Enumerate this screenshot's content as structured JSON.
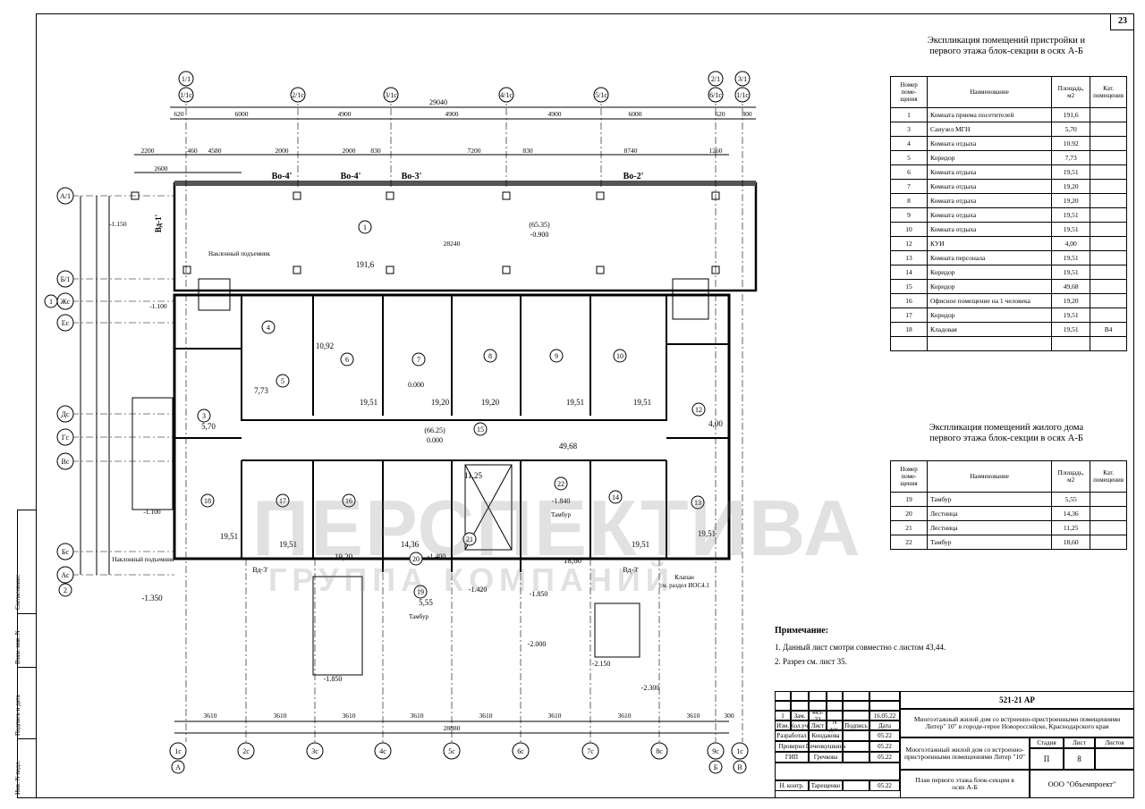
{
  "sheet_number": "23",
  "axes_top": {
    "row1": [
      "1/1",
      "2/1",
      "3/1"
    ],
    "row2": [
      "1/1c",
      "2/1c",
      "3/1c",
      "4/1c",
      "5/1c",
      "6/1c",
      "1/1c"
    ],
    "dims_total": "29040",
    "dims": [
      "620",
      "6000",
      "4900",
      "4900",
      "4900",
      "6000",
      "620",
      "300"
    ],
    "dims2": [
      "2200",
      "460",
      "4580",
      "2000",
      "2000",
      "830",
      "7200",
      "830",
      "8740",
      "1260"
    ],
    "vo": [
      "Во-4'",
      "Во-4'",
      "Во-3'",
      "Во-2'"
    ]
  },
  "axes_bottom": {
    "labels": [
      "1с",
      "2с",
      "3с",
      "4с",
      "5с",
      "6с",
      "7с",
      "8с",
      "9с",
      "1с"
    ],
    "letters": [
      "А",
      "Б",
      "В"
    ],
    "dims": [
      "3610",
      "3610",
      "3610",
      "3610",
      "3610",
      "3610",
      "3610",
      "3610",
      "300"
    ],
    "total": "28880"
  },
  "axes_left": [
    "А/1",
    "Б/1",
    "Жс",
    "Ес",
    "Дс",
    "Гс",
    "Вс",
    "Бс",
    "Ас"
  ],
  "left_nums": [
    "1",
    "2"
  ],
  "rooms": [
    {
      "no": "1",
      "area": "191,6"
    },
    {
      "no": "3",
      "area": "5,70"
    },
    {
      "no": "4",
      "area": "10,92"
    },
    {
      "no": "5",
      "area": "7,73"
    },
    {
      "no": "6",
      "area": "19,51"
    },
    {
      "no": "7",
      "area": "19,20"
    },
    {
      "no": "8",
      "area": "19,20"
    },
    {
      "no": "9",
      "area": "19,51"
    },
    {
      "no": "10",
      "area": "19,51"
    },
    {
      "no": "12",
      "area": "4,00"
    },
    {
      "no": "13",
      "area": "19,51"
    },
    {
      "no": "14",
      "area": "19,51"
    },
    {
      "no": "15",
      "area": "49,68"
    },
    {
      "no": "16",
      "area": "19,20"
    },
    {
      "no": "17",
      "area": "19,51"
    },
    {
      "no": "18",
      "area": "19,51"
    },
    {
      "no": "19",
      "area": "5,55"
    },
    {
      "no": "20",
      "area": "14,36"
    },
    {
      "no": "21",
      "area": "11,25"
    },
    {
      "no": "22",
      "area": "18,60"
    }
  ],
  "plan_labels": {
    "ramp1": "Наклонный подъемник",
    "ramp2": "Наклонный подъемник",
    "tambur1": "Тамбур",
    "tambur2": "Тамбур",
    "klapan": "Клапан\nсм. раздел ИОС4.1",
    "lvl1": "-1.150",
    "lvl2": "-1.100",
    "lvl3": "-1.100",
    "lvl4": "-1.350",
    "lvl5": "-0.900",
    "lvl6": "(65.35)",
    "lvl7": "0.000",
    "lvl8": "(66.25)",
    "lvl9": "0.000",
    "lvl10": "-1.840",
    "lvl11": "-1.400",
    "lvl12": "-1.420",
    "lvl13": "-1.850",
    "lvl14": "-2.000",
    "lvl15": "-2.150",
    "lvl16": "-2.300",
    "lvl17": "-1.850",
    "dim28240": "28240",
    "vd1": "Вд-1'",
    "vd3a": "Вд-3'",
    "vd3b": "Вд-3'"
  },
  "table1": {
    "title1": "Экспликация помещений пристройки и",
    "title2": "первого этажа блок-секции в осях А-Б",
    "headers": [
      "Номер поме-щения",
      "Наименование",
      "Площадь, м2",
      "Кат. помещения"
    ],
    "rows": [
      [
        "1",
        "Комната приема посетителей",
        "191,6",
        ""
      ],
      [
        "3",
        "Санузел МГН",
        "5,70",
        ""
      ],
      [
        "4",
        "Комната отдыха",
        "10.92",
        ""
      ],
      [
        "5",
        "Коридор",
        "7,73",
        ""
      ],
      [
        "6",
        "Комната отдыха",
        "19,51",
        ""
      ],
      [
        "7",
        "Комната отдыха",
        "19,20",
        ""
      ],
      [
        "8",
        "Комната отдыха",
        "19,20",
        ""
      ],
      [
        "9",
        "Комната отдыха",
        "19,51",
        ""
      ],
      [
        "10",
        "Комната отдыха",
        "19,51",
        ""
      ],
      [
        "12",
        "КУИ",
        "4,00",
        ""
      ],
      [
        "13",
        "Комната персонала",
        "19,51",
        ""
      ],
      [
        "14",
        "Коридор",
        "19,51",
        ""
      ],
      [
        "15",
        "Коридор",
        "49,68",
        ""
      ],
      [
        "16",
        "Офисное помещение на 1 человека",
        "19,20",
        ""
      ],
      [
        "17",
        "Коридор",
        "19,51",
        ""
      ],
      [
        "18",
        "Кладовая",
        "19,51",
        "В4"
      ]
    ]
  },
  "table2": {
    "title1": "Экспликация помещений жилого дома",
    "title2": "первого этажа блок-секции в осях А-Б",
    "headers": [
      "Номер поме-щения",
      "Наименование",
      "Площадь, м2",
      "Кат. помещения"
    ],
    "rows": [
      [
        "19",
        "Тамбур",
        "5,55",
        ""
      ],
      [
        "20",
        "Лестница",
        "14,36",
        ""
      ],
      [
        "21",
        "Лестница",
        "11,25",
        ""
      ],
      [
        "22",
        "Тамбур",
        "18,60",
        ""
      ]
    ]
  },
  "notes": {
    "heading": "Примечание:",
    "n1": "1. Данный лист смотри совместно с листом 43,44.",
    "n2": "2. Разрез см. лист 35."
  },
  "stamp": {
    "code": "521-21 АР",
    "title": "Многоэтажный жилой дом со встроенно-пристроенными помещениями Литер\" 10\" в городе-герое Новороссийске, Краснодарского края",
    "subtitle": "Многоэтажный жилой дом со встроенно-пристроенными помещениями Литер \"10\"",
    "stage_h": "Стадия",
    "sheet_h": "Лист",
    "sheets_h": "Листов",
    "stage": "П",
    "sheet": "8",
    "sheets": "",
    "plan_title": "План первого этажа блок-секции в осях А-Б",
    "company": "ООО \"Объемпроект\"",
    "rev": [
      "1",
      "Зам.",
      "443-22",
      "",
      "16.05.22"
    ],
    "heads": [
      "Изм.",
      "Кол.уч.",
      "Лист",
      "N док.",
      "Подпись",
      "Дата"
    ],
    "people": [
      [
        "Разработал",
        "Кондакова",
        "05.22"
      ],
      [
        "Проверил",
        "Печенкушкина",
        "05.22"
      ],
      [
        "ГИП",
        "Гречкова",
        "05.22"
      ],
      [
        "Н. контр.",
        "Тарещенко",
        "05.22"
      ]
    ]
  },
  "side_stamp": [
    "Согласовано:",
    "Взам. инв. N",
    "Подпись и дата",
    "Инв. N подл."
  ],
  "watermark": {
    "w1": "ПЕРСПЕКТИВА",
    "w2": "ГРУППА КОМПАНИЙ"
  }
}
